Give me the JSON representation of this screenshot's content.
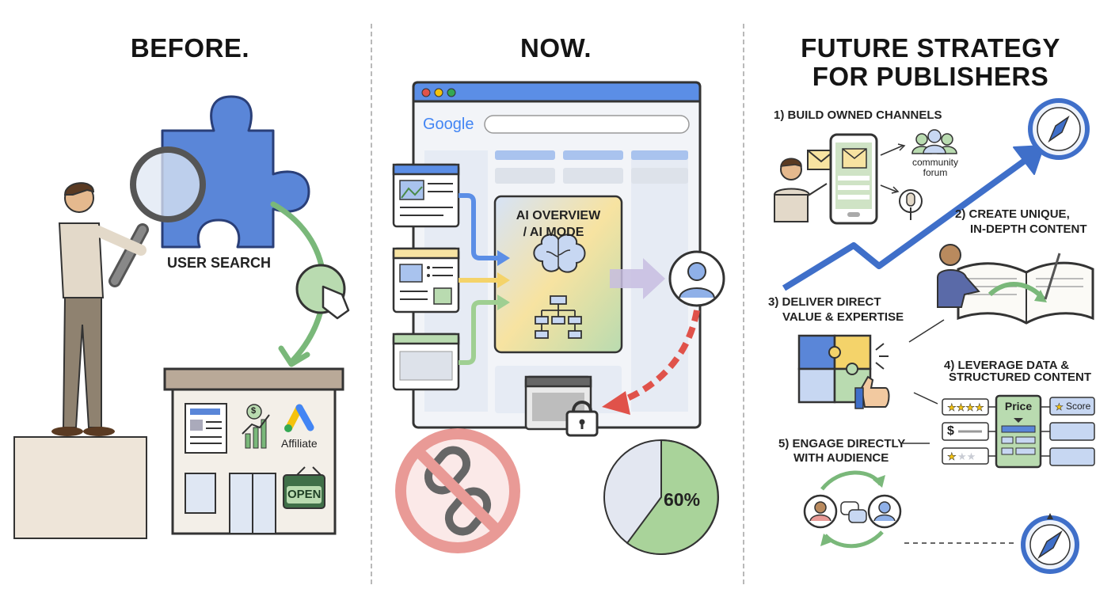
{
  "panels": {
    "before": {
      "title": "BEFORE.",
      "user_search_label": "USER SEARCH",
      "affiliate_label": "Affiliate",
      "open_sign": "OPEN",
      "dollar_symbol": "$"
    },
    "now": {
      "title": "NOW.",
      "search_logo": "Google",
      "ai_overview_line1": "AI OVERVIEW",
      "ai_overview_line2": "/ AI MODE",
      "pie_value": "60%"
    },
    "future": {
      "title_line1": "FUTURE STRATEGY",
      "title_line2": "FOR PUBLISHERS",
      "step1": "1) BUILD OWNED CHANNELS",
      "community_line1": "community",
      "community_line2": "forum",
      "step2_line1": "2) CREATE UNIQUE,",
      "step2_line2": "IN-DEPTH CONTENT",
      "step3_line1": "3) DELIVER DIRECT",
      "step3_line2": "VALUE & EXPERTISE",
      "step4_line1": "4) LEVERAGE DATA &",
      "step4_line2": "STRUCTURED CONTENT",
      "price_label": "Price",
      "score_label": "Score",
      "dollar_symbol": "$",
      "step5_line1": "5) ENGAGE DIRECTLY",
      "step5_line2": "WITH AUDIENCE"
    }
  },
  "colors": {
    "browser_blue": "#5b8ee6",
    "puzzle_blue": "#5a86d8",
    "ai_green": "#b9dbb0",
    "ai_yellow": "#f7e3a1",
    "arrow_red": "#e0524a",
    "no_circle_red": "#e99a96",
    "pie_green": "#a9d39a",
    "pie_grey": "#e3e7f1",
    "compass_blue": "#3f6fc9"
  },
  "icons": [
    "magnifier-icon",
    "puzzle-icon",
    "click-hand-icon",
    "storefront-icon",
    "newspaper-icon",
    "growth-chart-icon",
    "ads-logo-icon",
    "open-sign-icon",
    "brain-icon",
    "hierarchy-icon",
    "user-icon",
    "lock-icon",
    "broken-link-icon",
    "pie-chart-icon",
    "envelope-icon",
    "phone-icon",
    "community-icon",
    "microphone-icon",
    "book-icon",
    "puzzle-thumbs-up-icon",
    "star-rating-icon",
    "compass-icon",
    "chat-icon"
  ]
}
